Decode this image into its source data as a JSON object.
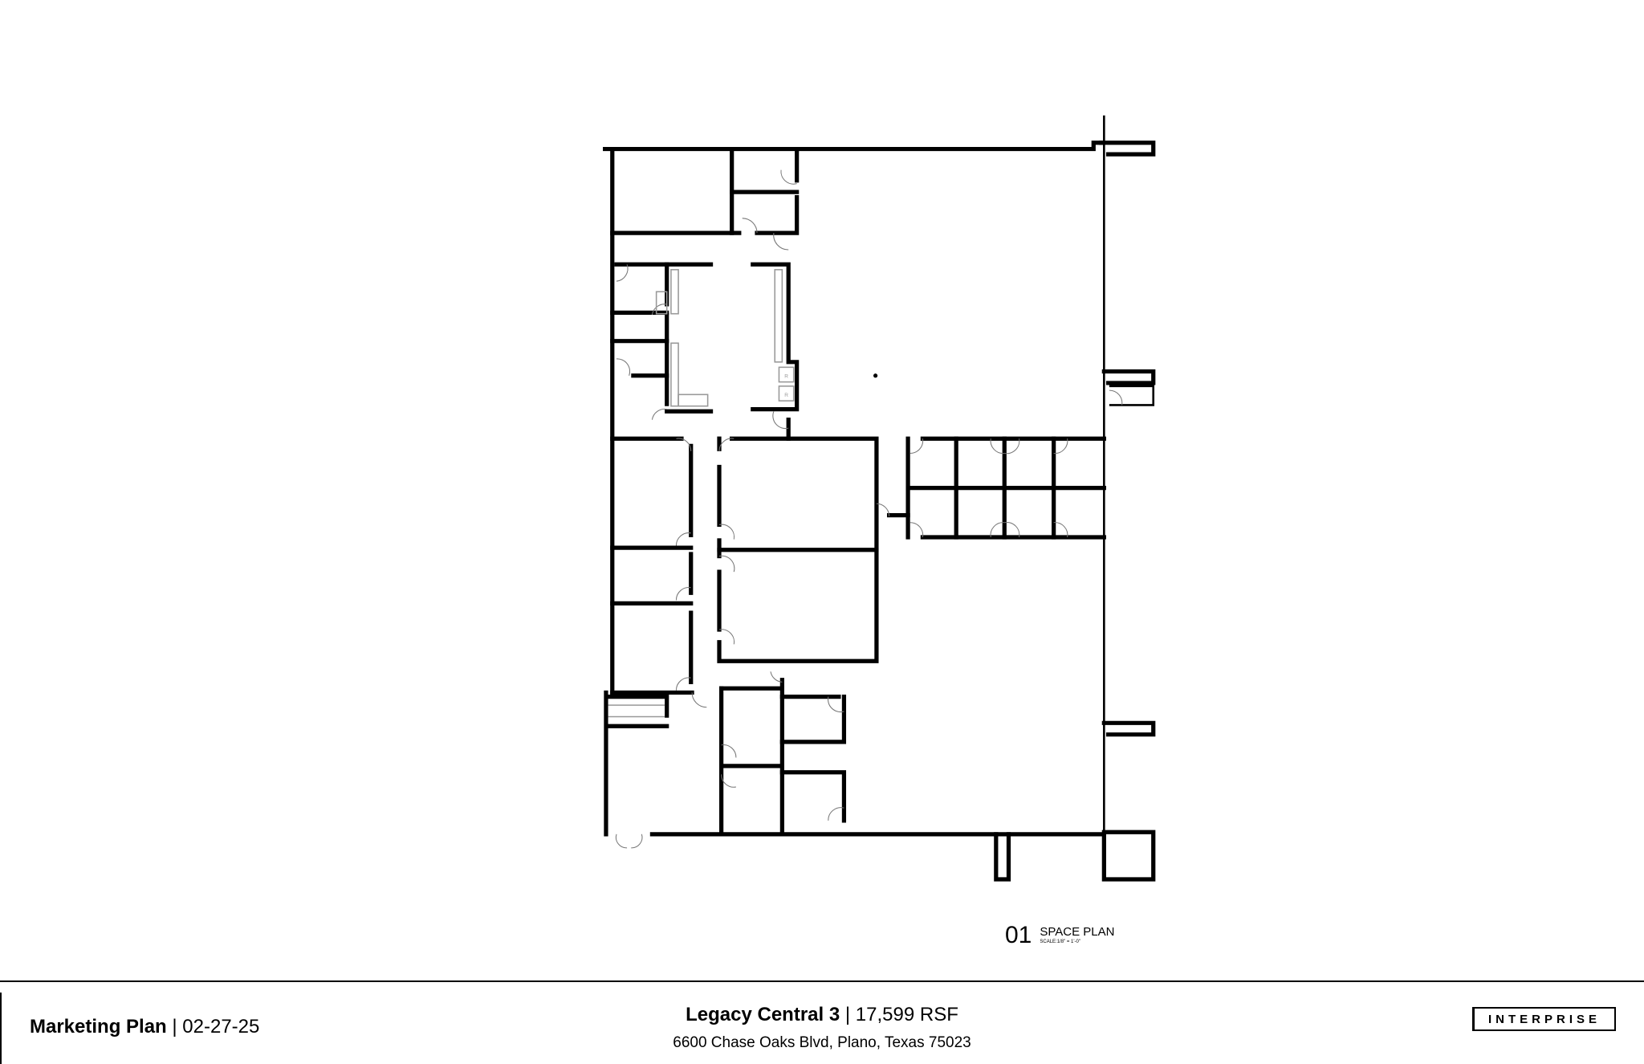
{
  "drawing": {
    "plan_number": "01",
    "plan_title": "SPACE PLAN",
    "plan_scale": "SCALE:1/8\" = 1'-0\"",
    "appliance_labels": [
      "R",
      "R"
    ]
  },
  "footer": {
    "left_bold": "Marketing Plan",
    "left_rest": " | 02-27-25",
    "property_bold": "Legacy Central 3",
    "property_rest": " | 17,599 RSF",
    "address": "6600 Chase Oaks Blvd, Plano, Texas 75023",
    "logo_text": "INTERPRISE"
  }
}
